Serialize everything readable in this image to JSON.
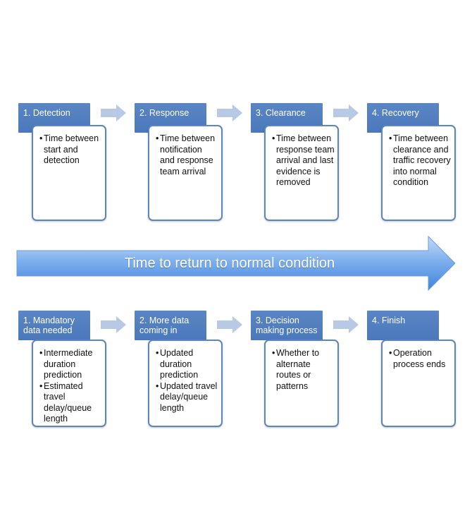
{
  "colors": {
    "header_blue": "#4f7dbf",
    "card_border": "#5a86c4",
    "connector": "#b8c9e6",
    "arrow_light": "#a8c8f0",
    "arrow_dark": "#4f8ee0"
  },
  "top_row": [
    {
      "title": "1. Detection",
      "bullets": [
        "Time between start and detection"
      ]
    },
    {
      "title": "2. Response",
      "bullets": [
        "Time between notification and response team arrival"
      ]
    },
    {
      "title": "3. Clearance",
      "bullets": [
        "Time between response team arrival and last evidence is removed"
      ]
    },
    {
      "title": "4. Recovery",
      "bullets": [
        "Time between clearance and traffic recovery into normal condition"
      ]
    }
  ],
  "timeline": {
    "label": "Time to return to normal condition"
  },
  "bottom_row": [
    {
      "title": "1. Mandatory data needed",
      "bullets": [
        "Intermediate duration prediction",
        "Estimated travel delay/queue length"
      ]
    },
    {
      "title": "2. More data coming in",
      "bullets": [
        "Updated duration prediction",
        "Updated travel delay/queue length"
      ]
    },
    {
      "title": "3. Decision making process",
      "bullets": [
        "Whether to alternate routes or patterns"
      ]
    },
    {
      "title": "4. Finish",
      "bullets": [
        "Operation process ends"
      ]
    }
  ]
}
